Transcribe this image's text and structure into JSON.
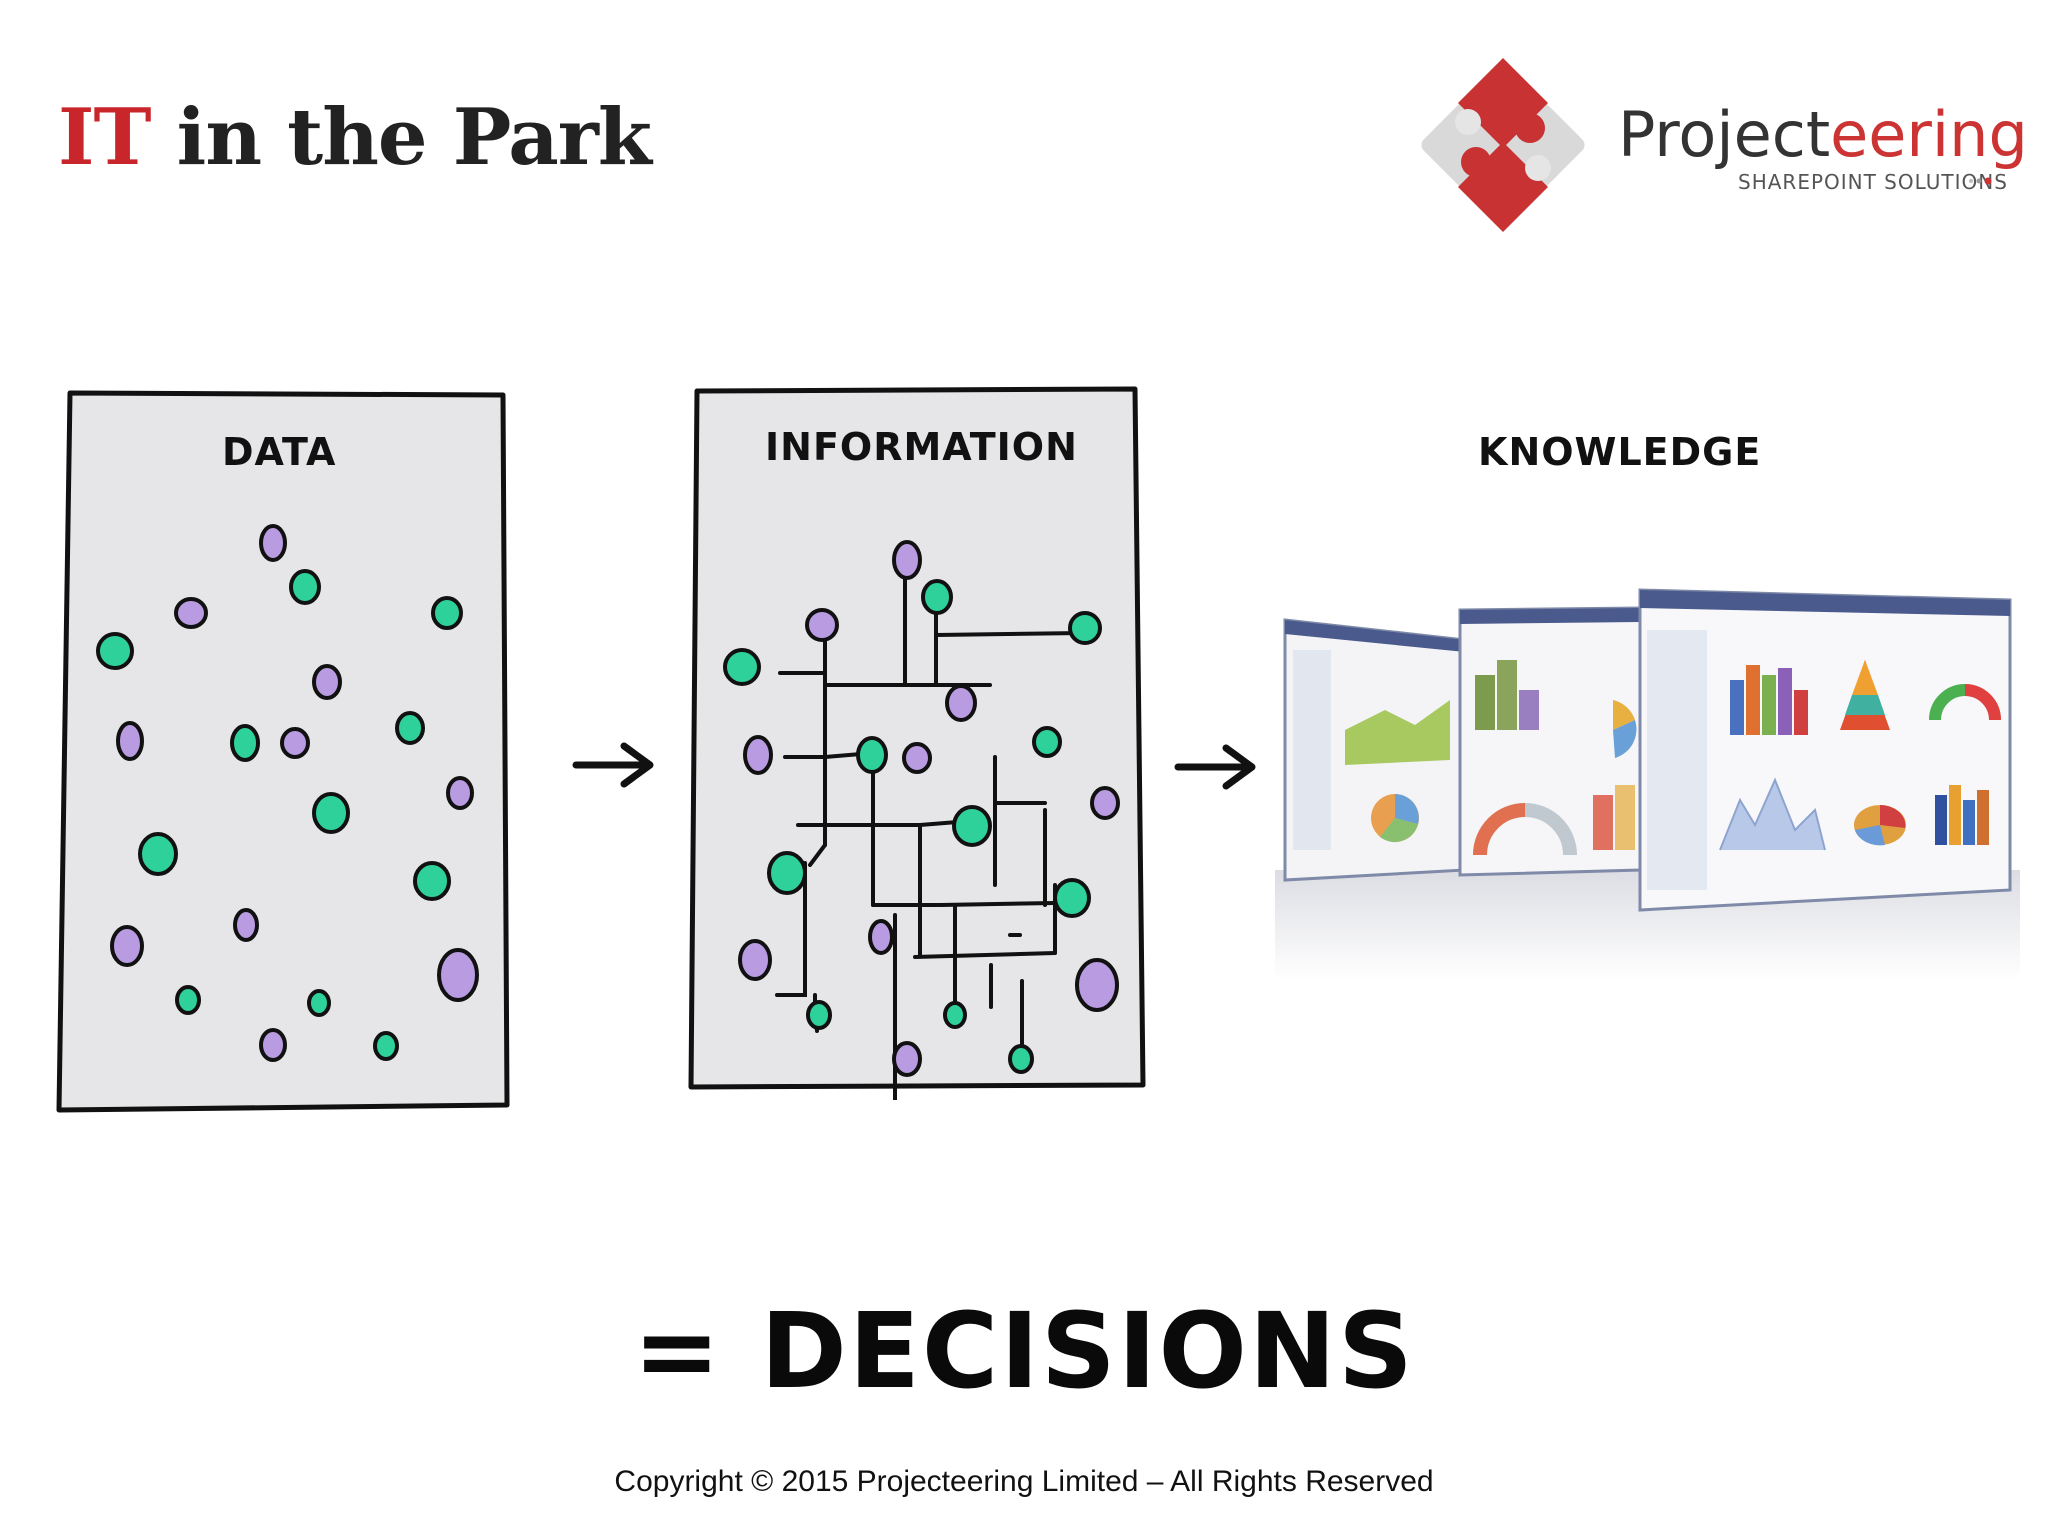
{
  "logos": {
    "it_in_the_park": {
      "prefix": "IT",
      "rest": " in the Park"
    },
    "projecteering": {
      "name_dark": "Project",
      "name_red": "eering",
      "tagline": "SHAREPOINT SOLUTIONS"
    }
  },
  "diagram": {
    "stages": [
      {
        "label": "DATA"
      },
      {
        "label": "INFORMATION"
      },
      {
        "label": "KNOWLEDGE"
      }
    ],
    "colors": {
      "teal_dot": "#2fd19a",
      "purple_dot": "#b89be0",
      "panel_fill": "#e6e6e8",
      "outline": "#111111",
      "brand_red": "#cc3333"
    }
  },
  "conclusion": "= DECISIONS",
  "footer": {
    "copyright": "Copyright © 2015 Projecteering Limited – All Rights Reserved"
  }
}
